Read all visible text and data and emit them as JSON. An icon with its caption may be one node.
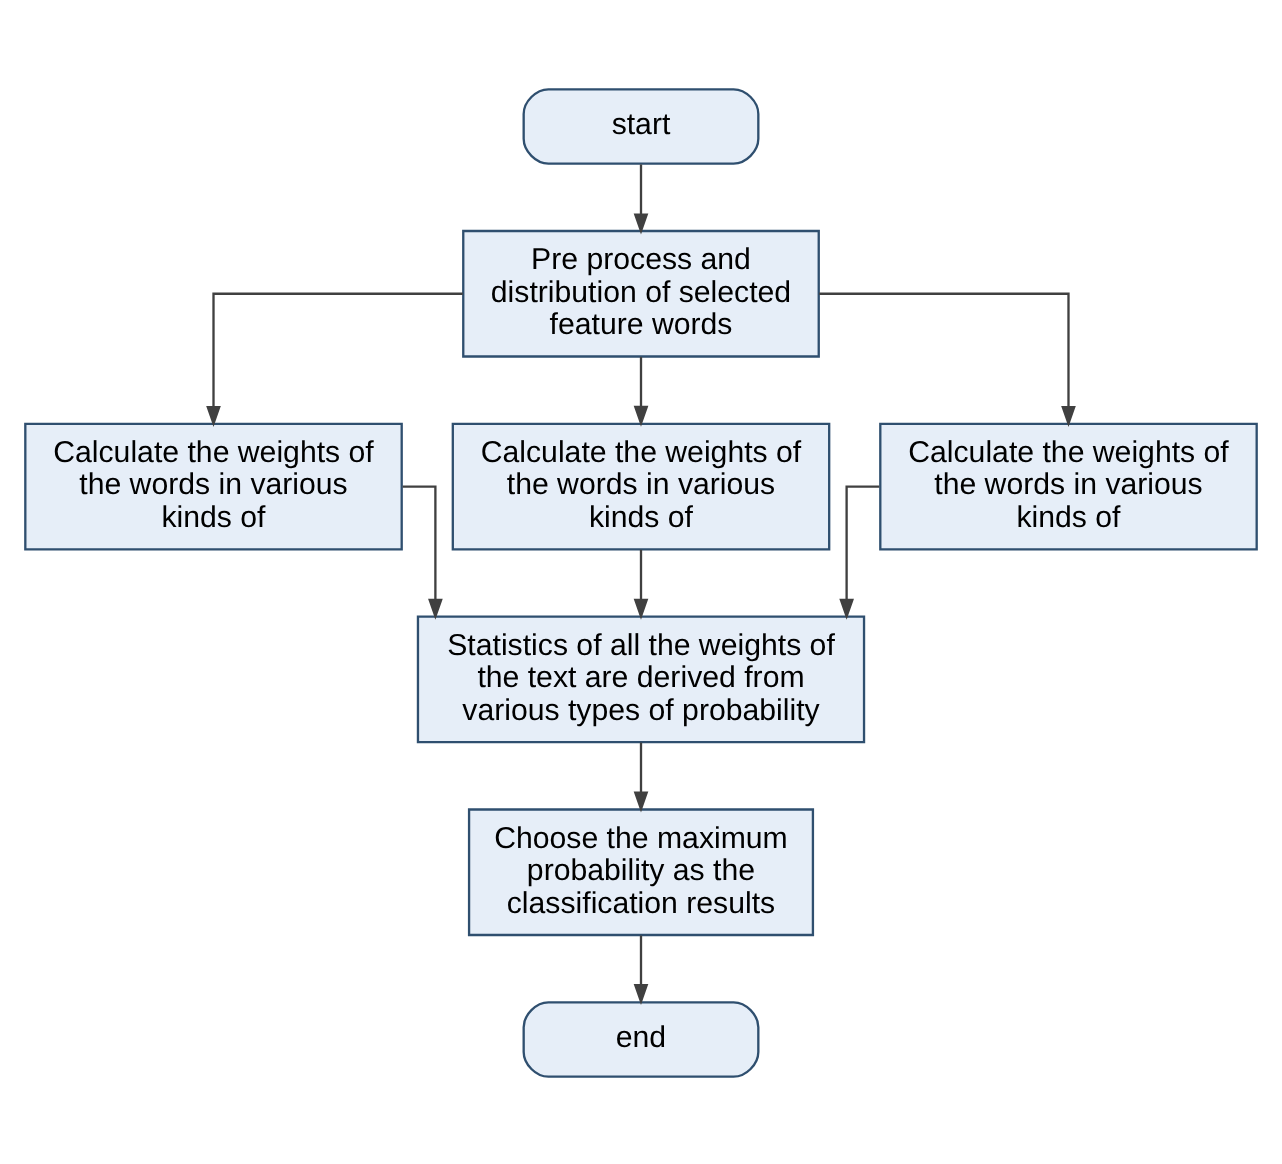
{
  "diagram": {
    "nodes": [
      {
        "text": [
          "start"
        ]
      },
      {
        "text": [
          "Pre process and distribution of selected feature words"
        ]
      },
      {
        "text": [
          "Calculate the weights of the words in various kinds of"
        ]
      },
      {
        "text": [
          "Calculate the weights of the words in various kinds of"
        ]
      },
      {
        "text": [
          "Calculate the weights of the words in various kinds of"
        ]
      },
      {
        "text": [
          "Statistics of all the weights of the text are derived from various types of probability"
        ]
      },
      {
        "text": [
          "Choose the maximum probability as the classification results"
        ]
      },
      {
        "text": [
          "end"
        ]
      }
    ],
    "edges": [
      {
        "from": 0,
        "to": 1,
        "arrow": "to"
      },
      {
        "from": 1,
        "to": 2,
        "arrow": "to"
      },
      {
        "from": 1,
        "to": 3,
        "arrow": "to"
      },
      {
        "from": 1,
        "to": 4,
        "arrow": "to"
      },
      {
        "from": 2,
        "to": 5,
        "arrow": "to"
      },
      {
        "from": 3,
        "to": 5,
        "arrow": "to"
      },
      {
        "from": 4,
        "to": 5,
        "arrow": "to"
      },
      {
        "from": 5,
        "to": 6,
        "arrow": "to"
      },
      {
        "from": 6,
        "to": 7,
        "arrow": "to"
      }
    ]
  }
}
